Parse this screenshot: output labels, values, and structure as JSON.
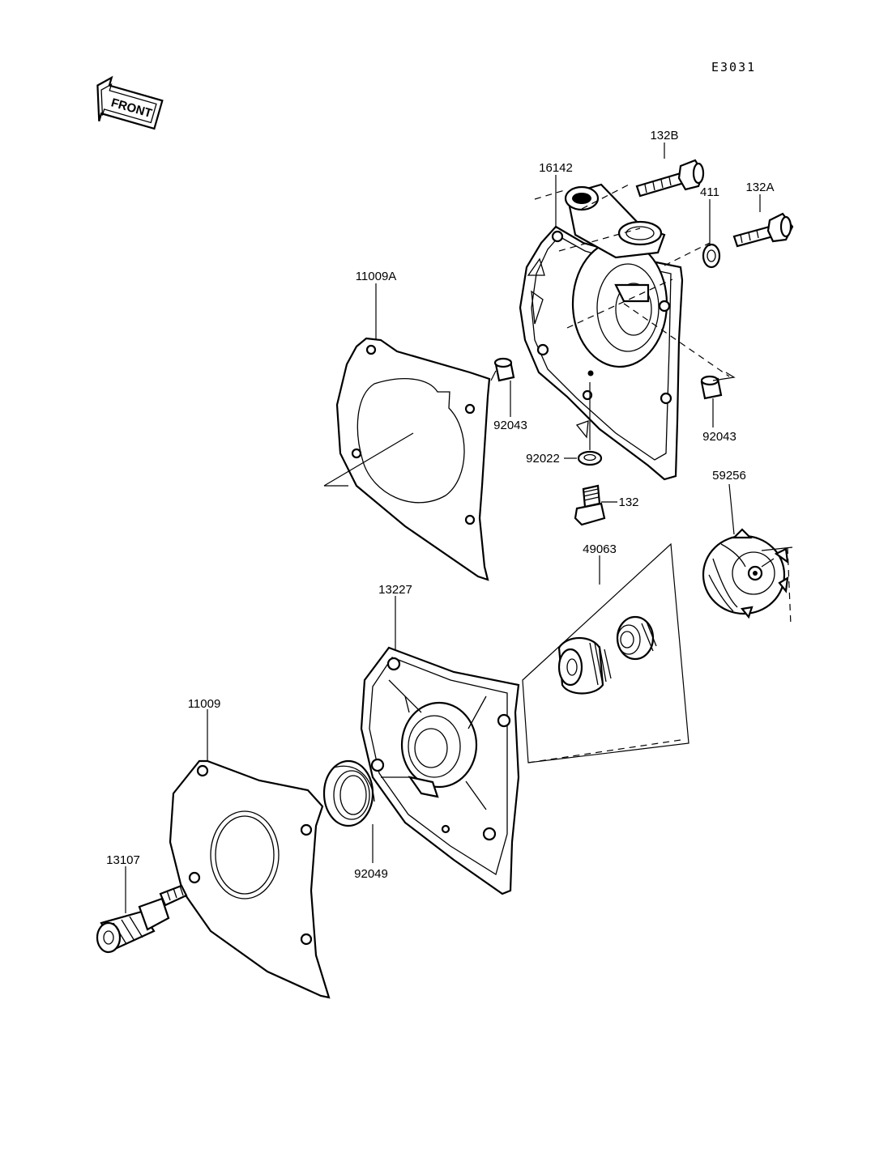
{
  "diagram": {
    "code": "E3031",
    "front_label": "FRONT",
    "labels": {
      "p132B": "132B",
      "p16142": "16142",
      "p132A": "132A",
      "p411": "411",
      "p11009A": "11009A",
      "p92043_left": "92043",
      "p92043_right": "92043",
      "p92022": "92022",
      "p132": "132",
      "p59256": "59256",
      "p49063": "49063",
      "p13227": "13227",
      "p11009": "11009",
      "p13107": "13107",
      "p92049": "92049"
    }
  }
}
